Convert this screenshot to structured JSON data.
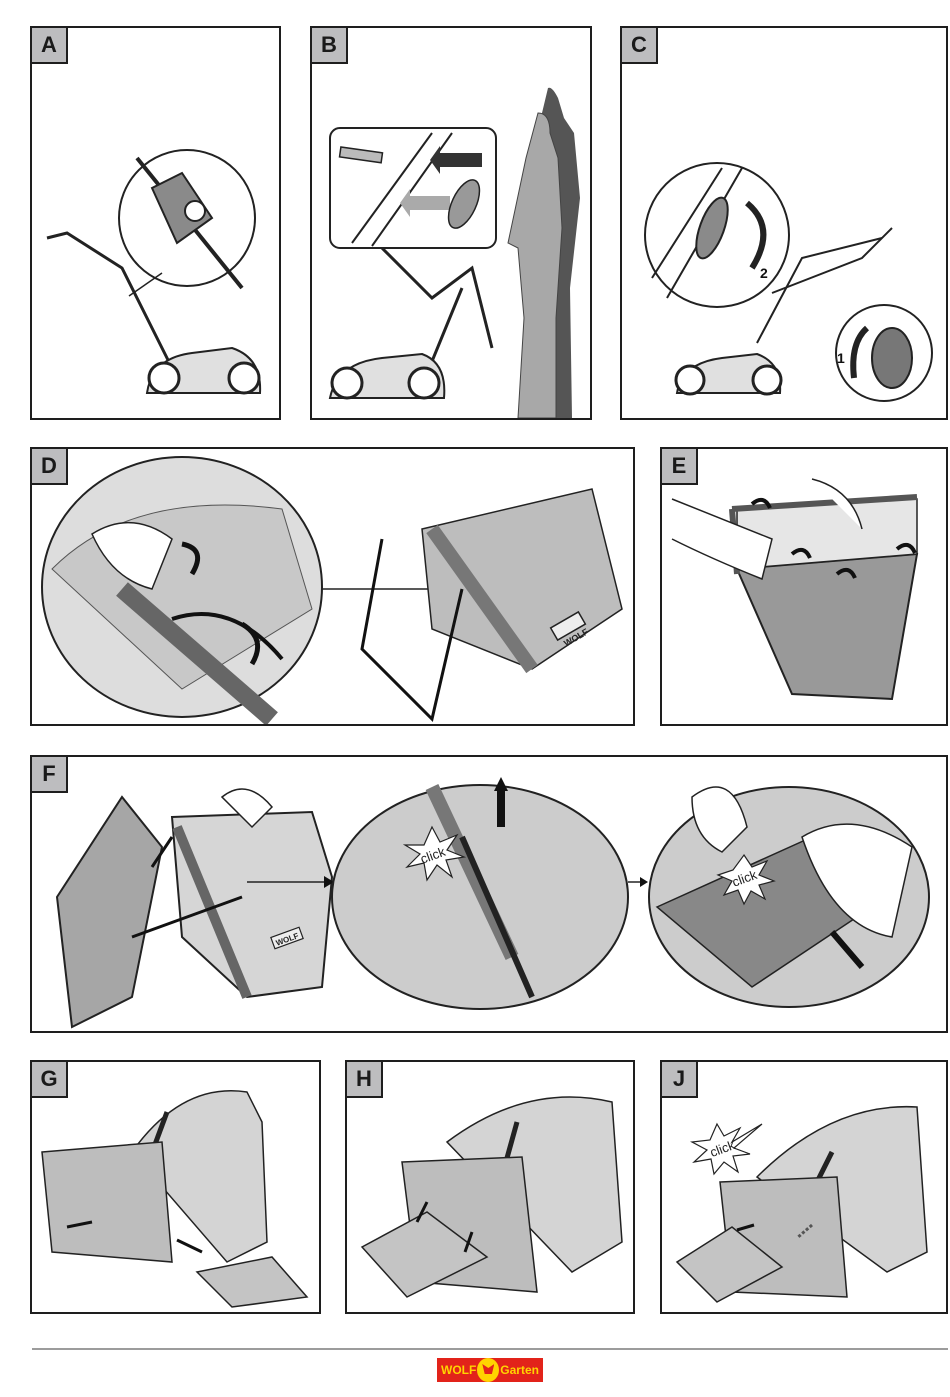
{
  "page": {
    "type": "assembly-instructions"
  },
  "panels": [
    {
      "id": "A",
      "label": "A"
    },
    {
      "id": "B",
      "label": "B"
    },
    {
      "id": "C",
      "label": "C",
      "step_numbers": [
        "1",
        "2"
      ]
    },
    {
      "id": "D",
      "label": "D",
      "brand_mark": "WOLF"
    },
    {
      "id": "E",
      "label": "E"
    },
    {
      "id": "F",
      "label": "F",
      "sound_labels": [
        "click",
        "click"
      ],
      "brand_mark": "WOLF"
    },
    {
      "id": "G",
      "label": "G"
    },
    {
      "id": "H",
      "label": "H"
    },
    {
      "id": "J",
      "label": "J",
      "sound_labels": [
        "click"
      ]
    }
  ],
  "footer": {
    "logo": {
      "left_text": "WOLF",
      "right_text": "Garten",
      "icon": "fox-head-icon",
      "bg_color": "#e2231a",
      "text_color": "#ffd400"
    }
  },
  "colors": {
    "border": "#1e1e1e",
    "tag_bg": "#bdbdbf",
    "fill_light": "#d4d4d4",
    "fill_mid": "#9e9e9e",
    "fill_dark": "#5a5a5a"
  }
}
